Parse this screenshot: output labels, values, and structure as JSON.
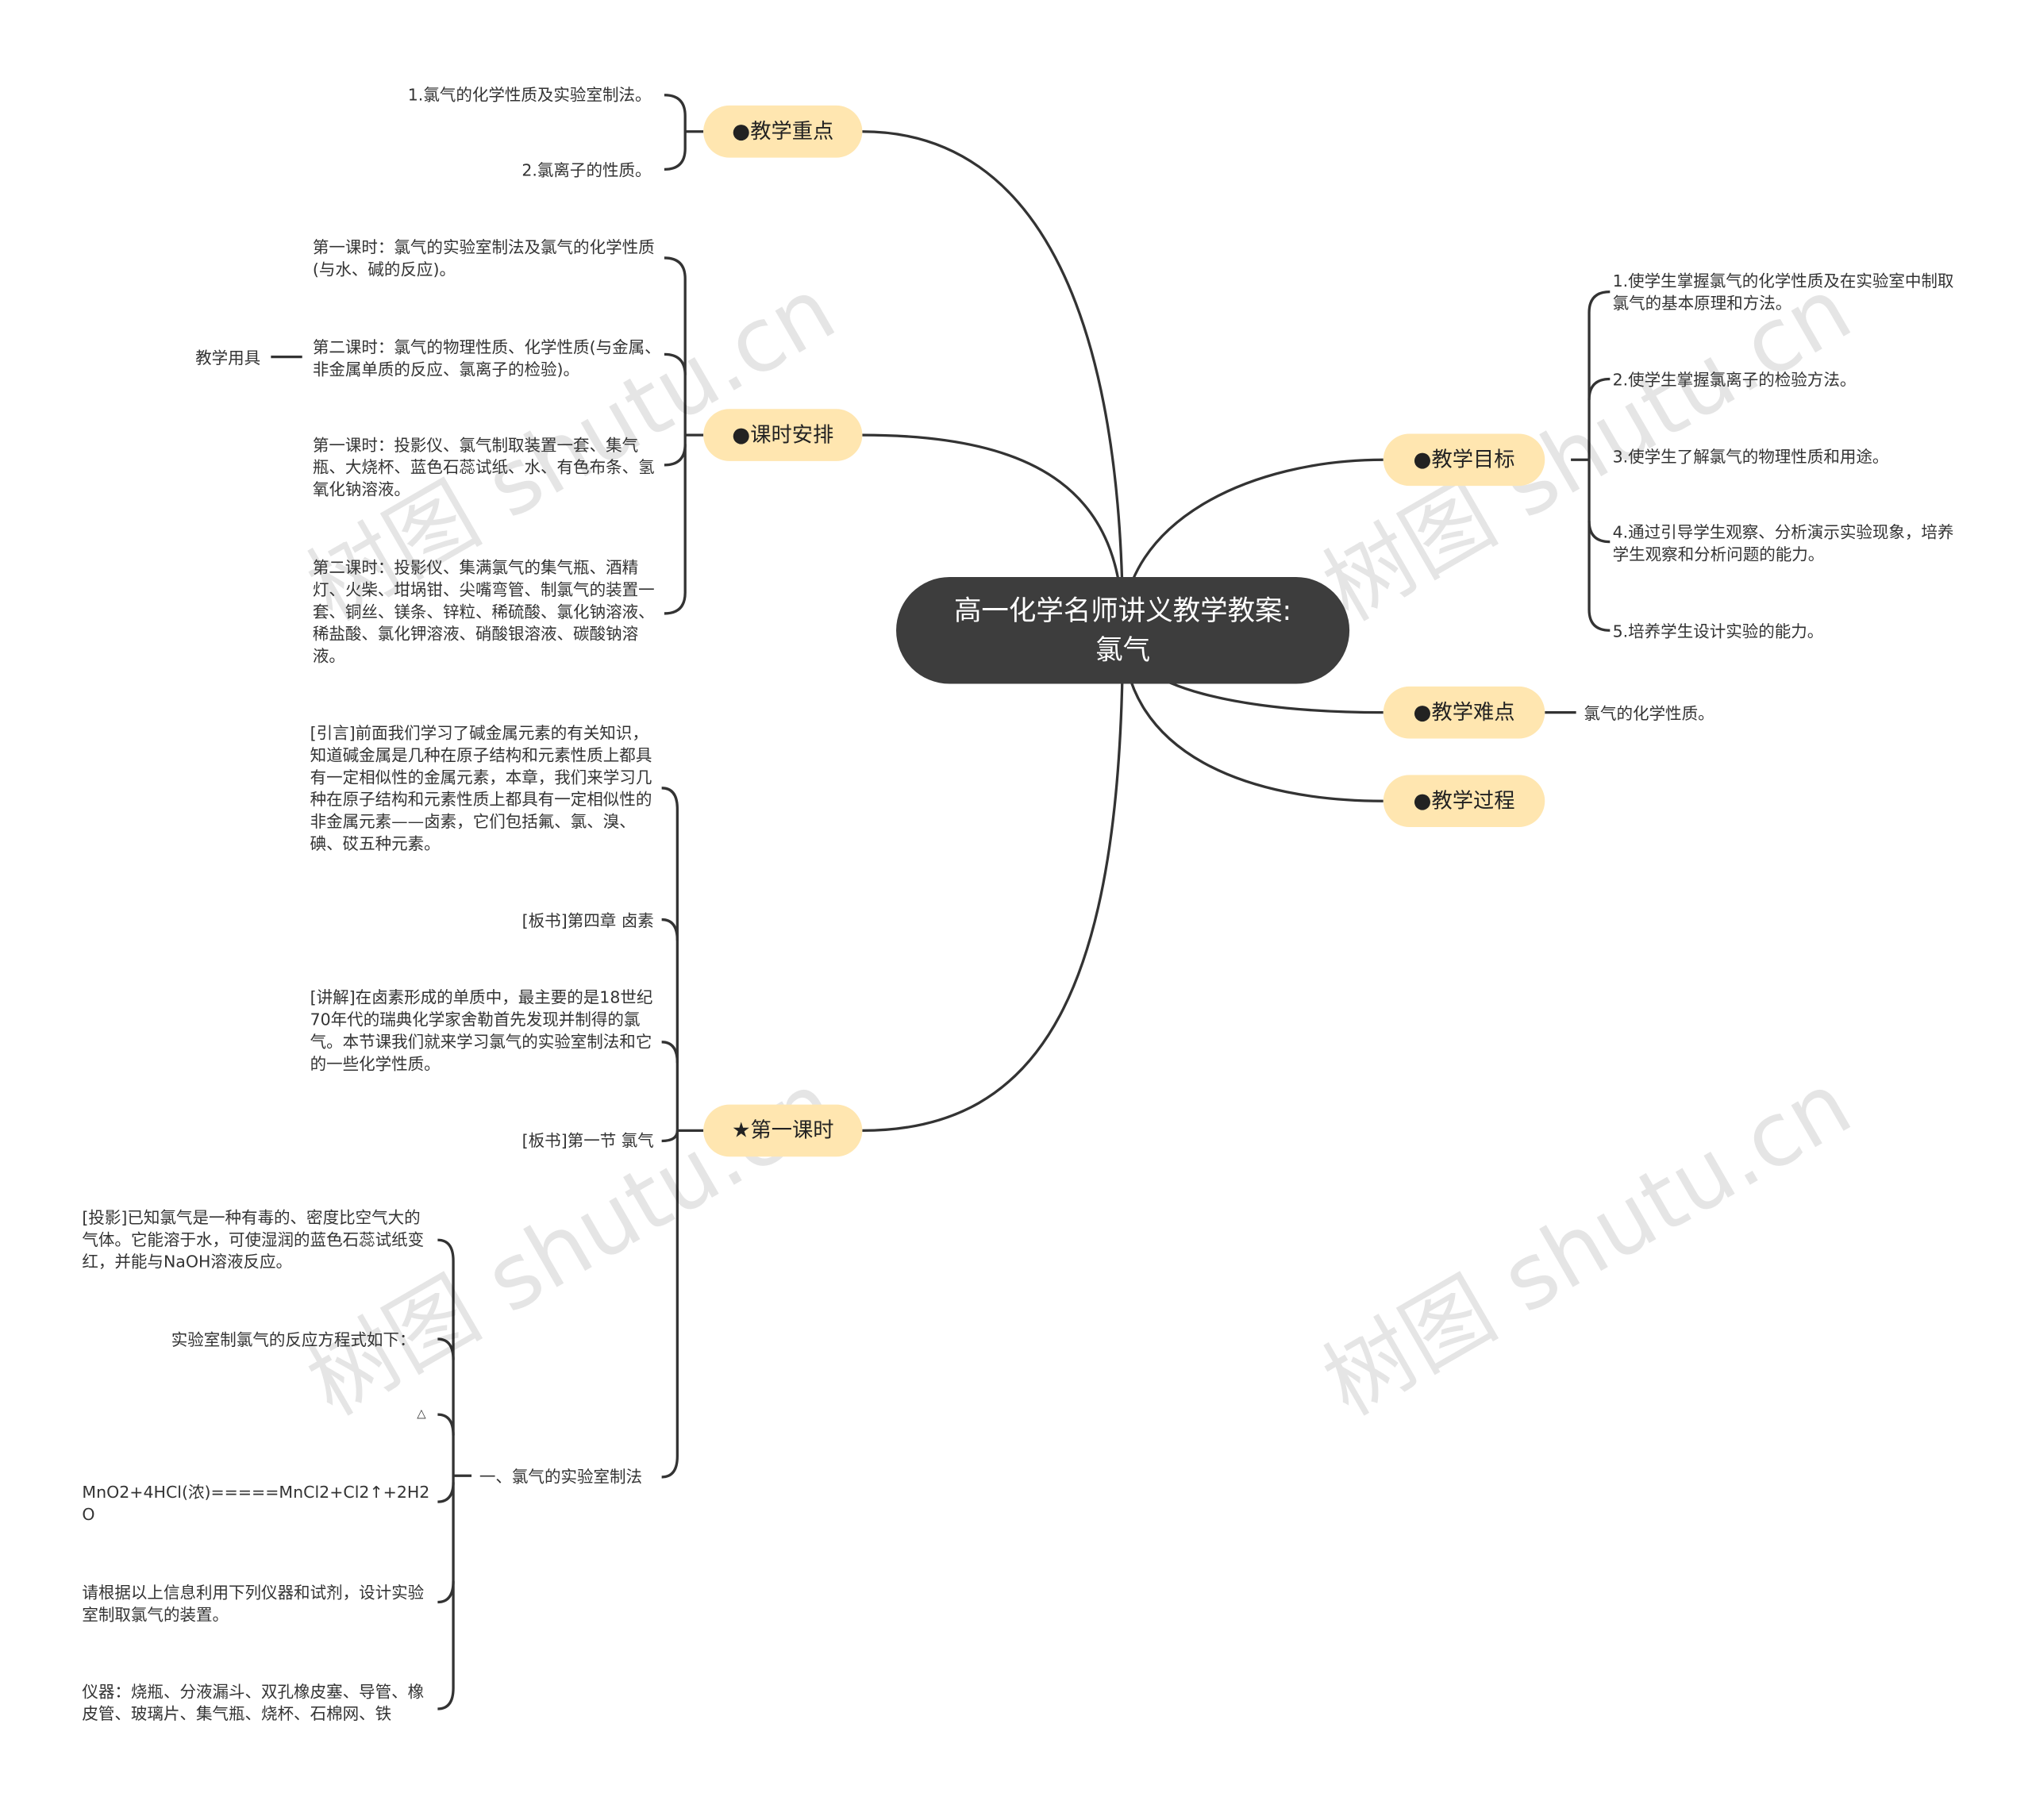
{
  "root": "高一化学名师讲义教学教案:氯气",
  "watermark": "树图 shutu.cn",
  "colors": {
    "root_bg": "#3d3d3d",
    "branch_bg": "#ffe6b0",
    "line": "#333333"
  },
  "branches": {
    "key_points": {
      "label": "●教学重点",
      "items": [
        "1.氯气的化学性质及实验室制法。",
        "2.氯离子的性质。"
      ]
    },
    "schedule": {
      "label": "●课时安排",
      "items": [
        "第一课时：氯气的实验室制法及氯气的化学性质(与水、碱的反应)。",
        "第二课时：氯气的物理性质、化学性质(与金属、非金属单质的反应、氯离子的检验)。",
        "第一课时：投影仪、氯气制取装置一套、集气瓶、大烧杯、蓝色石蕊试纸、水、有色布条、氢氧化钠溶液。",
        "第二课时：投影仪、集满氯气的集气瓶、酒精灯、火柴、坩埚钳、尖嘴弯管、制氯气的装置一套、铜丝、镁条、锌粒、稀硫酸、氯化钠溶液、稀盐酸、氯化钾溶液、硝酸银溶液、碳酸钠溶液。"
      ],
      "tools_label": "教学用具"
    },
    "first_lesson": {
      "label": "★第一课时",
      "items": [
        "[引言]前面我们学习了碱金属元素的有关知识，知道碱金属是几种在原子结构和元素性质上都具有一定相似性的金属元素，本章，我们来学习几种在原子结构和元素性质上都具有一定相似性的非金属元素——卤素，它们包括氟、氯、溴、碘、砹五种元素。",
        "[板书]第四章 卤素",
        "[讲解]在卤素形成的单质中，最主要的是18世纪70年代的瑞典化学家舍勒首先发现并制得的氯气。本节课我们就来学习氯气的实验室制法和它的一些化学性质。",
        "[板书]第一节 氯气"
      ],
      "lab": {
        "label": "一、氯气的实验室制法",
        "items": [
          "[投影]已知氯气是一种有毒的、密度比空气大的气体。它能溶于水，可使湿润的蓝色石蕊试纸变红，并能与NaOH溶液反应。",
          "实验室制氯气的反应方程式如下：",
          "△",
          "MnO2+4HCl(浓)=====MnCl2+Cl2↑+2H2O",
          "请根据以上信息利用下列仪器和试剂，设计实验室制取氯气的装置。",
          "仪器：烧瓶、分液漏斗、双孔橡皮塞、导管、橡皮管、玻璃片、集气瓶、烧杯、石棉网、铁"
        ]
      }
    },
    "goals": {
      "label": "●教学目标",
      "items": [
        "1.使学生掌握氯气的化学性质及在实验室中制取氯气的基本原理和方法。",
        "2.使学生掌握氯离子的检验方法。",
        "3.使学生了解氯气的物理性质和用途。",
        "4.通过引导学生观察、分析演示实验现象，培养学生观察和分析问题的能力。",
        "5.培养学生设计实验的能力。"
      ]
    },
    "difficulty": {
      "label": "●教学难点",
      "items": [
        "氯气的化学性质。"
      ]
    },
    "process": {
      "label": "●教学过程"
    }
  }
}
